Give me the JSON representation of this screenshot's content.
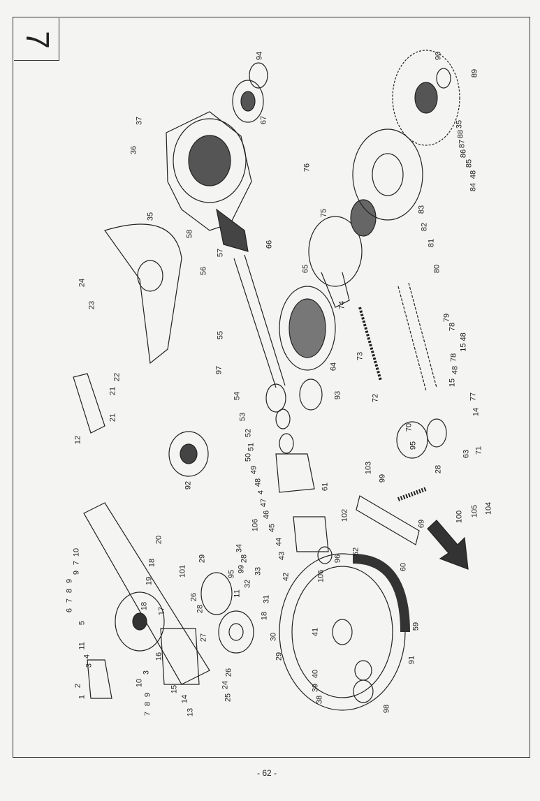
{
  "section_number": "7",
  "page_number": "- 62 -",
  "part_labels": [
    "94",
    "67",
    "37",
    "36",
    "35",
    "58",
    "57",
    "24",
    "23",
    "56",
    "66",
    "65",
    "55",
    "22",
    "21",
    "97",
    "54",
    "93",
    "12",
    "21",
    "53",
    "52",
    "51",
    "50",
    "49",
    "48",
    "4",
    "47",
    "46",
    "92",
    "61",
    "45",
    "106",
    "102",
    "44",
    "43",
    "96",
    "42",
    "106",
    "60",
    "62",
    "103",
    "99",
    "95",
    "70",
    "28",
    "63",
    "71",
    "69",
    "100",
    "105",
    "104",
    "64",
    "73",
    "72",
    "74",
    "75",
    "76",
    "80",
    "81",
    "82",
    "83",
    "84",
    "48",
    "85",
    "86",
    "87",
    "88",
    "35",
    "90",
    "89",
    "79",
    "78",
    "15 48",
    "78",
    "48",
    "15",
    "77",
    "14",
    "59",
    "91",
    "41",
    "40",
    "39",
    "38",
    "98",
    "10",
    "7",
    "9",
    "9",
    "8",
    "7",
    "6",
    "5",
    "11",
    "4",
    "3",
    "2",
    "1",
    "10",
    "3",
    "16",
    "15",
    "14",
    "13",
    "9",
    "8",
    "7",
    "25",
    "24",
    "26",
    "29",
    "30",
    "27",
    "28",
    "26",
    "17",
    "18",
    "19",
    "18",
    "20",
    "101",
    "29",
    "34",
    "28",
    "99",
    "95",
    "32",
    "11",
    "33",
    "31",
    "18"
  ],
  "colors": {
    "ink": "#222222",
    "paper": "#f4f4f2"
  }
}
